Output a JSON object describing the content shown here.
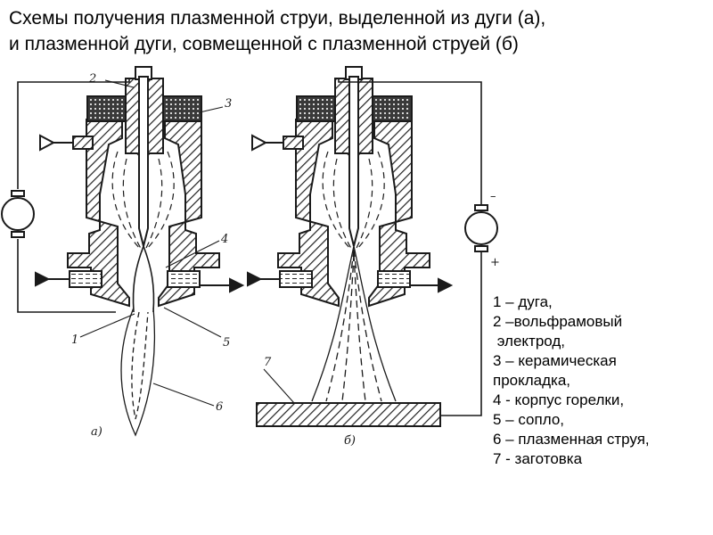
{
  "title": {
    "line1": "Схемы получения  плазменной струи, выделенной из дуги (а),",
    "line2": "и плазменной дуги, совмещенной с плазменной струей (б)"
  },
  "figure": {
    "callouts": [
      "1",
      "2",
      "3",
      "4",
      "5",
      "6",
      "7"
    ],
    "panel_a": "а)",
    "panel_b": "б)",
    "polarity_minus": "–",
    "polarity_plus": "+"
  },
  "legend": {
    "items": [
      "1 – дуга,",
      "2 –вольфрамовый",
      " электрод,",
      "3 – керамическая",
      "прокладка,",
      "4 - корпус горелки,",
      "5 – сопло,",
      "6 – плазменная струя,",
      "7 - заготовка"
    ]
  },
  "colors": {
    "ink": "#1a1a1a",
    "background": "#ffffff"
  }
}
